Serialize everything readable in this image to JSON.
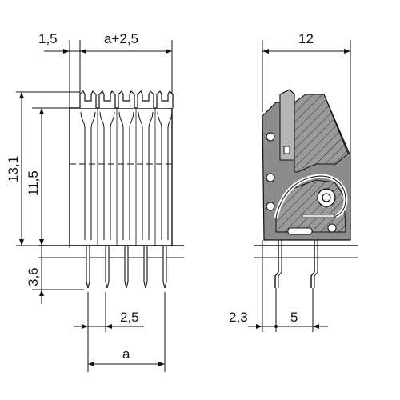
{
  "front_view": {
    "dim_left_top": "1,5",
    "dim_pitch_top": "a+2,5",
    "dim_height_total": "13,1",
    "dim_height_body": "11,5",
    "dim_pin_length": "3,6",
    "dim_pitch": "2,5",
    "dim_a": "a",
    "pole_count": 5
  },
  "side_view": {
    "dim_width": "12",
    "dim_offset": "2,3",
    "dim_pin_spacing": "5"
  },
  "colors": {
    "body_fill": "#8c8c8c",
    "line": "#111111",
    "hatch": "#5a5a5a"
  }
}
